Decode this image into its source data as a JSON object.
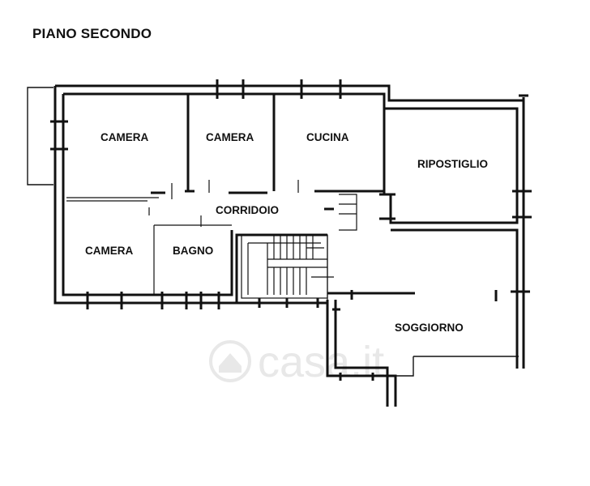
{
  "title": "PIANO SECONDO",
  "rooms": {
    "camera_1": "CAMERA",
    "camera_2": "CAMERA",
    "cucina": "CUCINA",
    "ripostiglio": "RIPOSTIGLIO",
    "corridoio": "CORRIDOIO",
    "camera_3": "CAMERA",
    "bagno": "BAGNO",
    "soggiorno": "SOGGIORNO"
  },
  "watermark": {
    "text": "casa.it",
    "icon": "house-icon"
  },
  "colors": {
    "line": "#111111",
    "background": "#ffffff",
    "watermark": "#d6d6d6"
  }
}
